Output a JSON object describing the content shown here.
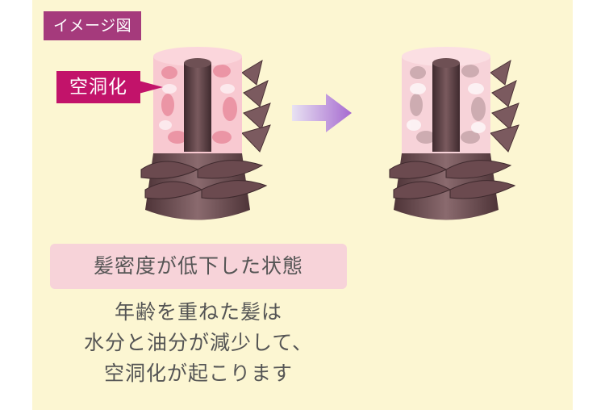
{
  "tag": {
    "label": "イメージ図"
  },
  "callout": {
    "label": "空洞化"
  },
  "caption": {
    "title": "髪密度が低下した状態"
  },
  "description": {
    "lines": [
      "年齢を重ねた髪は",
      "水分と油分が減少して、",
      "空洞化が起こります"
    ]
  },
  "colors": {
    "background": "#fcf6d2",
    "tag": "#a53a7c",
    "callout": "#c2136a",
    "caption_box": "#f7d3d9",
    "cuticle": "#6a4a4e",
    "medulla": "#5b3f43",
    "cortex": "#f7c6cf",
    "arrow": "#b27fd8"
  },
  "icons": [
    "hair-cross-section-before",
    "hair-cross-section-after",
    "right-arrow-icon"
  ]
}
